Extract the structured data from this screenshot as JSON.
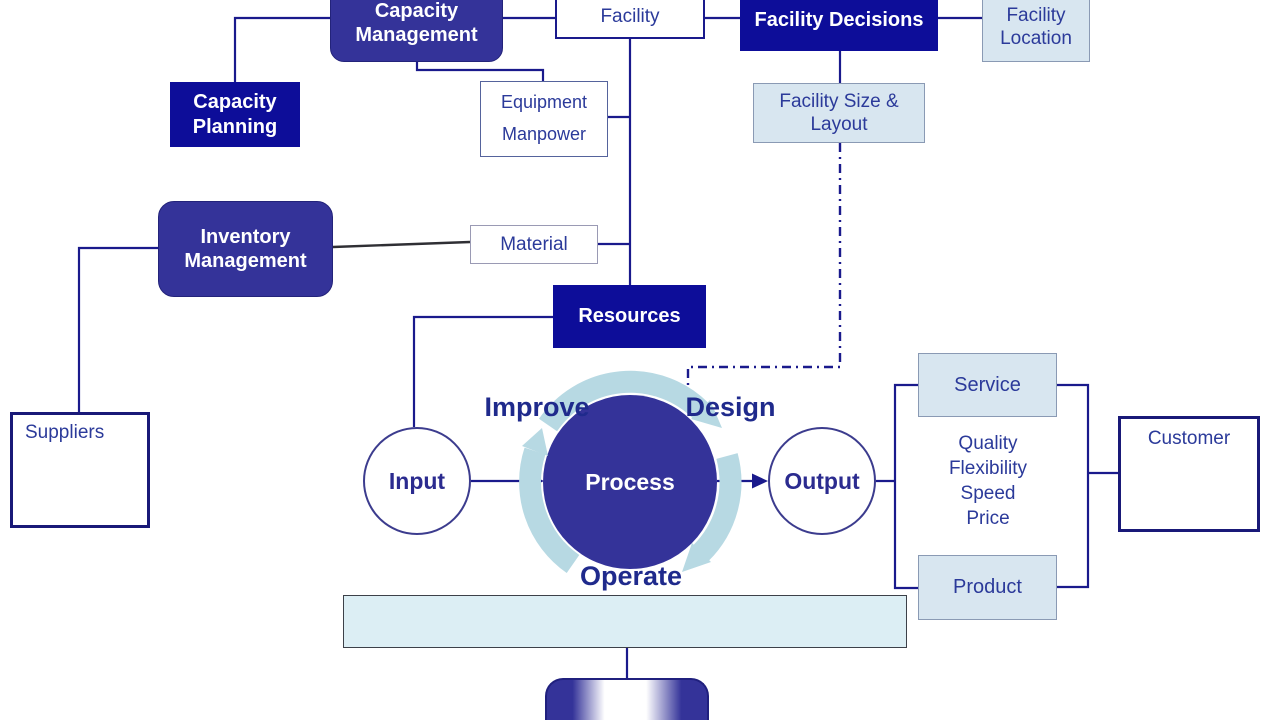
{
  "title": "Operations management decisions diagram",
  "colors": {
    "dark_navy_box": "#0d0d99",
    "indigo_box": "#343399",
    "light_blue_box": "#d8e6f0",
    "connector_line": "#1a1a8c",
    "cycle_arrow": "#b7d9e3",
    "text_navy": "#2b3a9a"
  },
  "nodes": {
    "capacity_management": "Capacity\nManagement",
    "facility": "Facility",
    "facility_decisions": "Facility Decisions",
    "facility_location": "Facility\nLocation",
    "capacity_planning": "Capacity\nPlanning",
    "equipment": "Equipment",
    "manpower": "Manpower",
    "facility_size_layout": "Facility Size &\nLayout",
    "inventory_management": "Inventory\nManagement",
    "material": "Material",
    "resources": "Resources",
    "suppliers": "Suppliers",
    "input": "Input",
    "process": "Process",
    "output": "Output",
    "improve": "Improve",
    "design": "Design",
    "operate": "Operate",
    "service": "Service",
    "product": "Product",
    "customer": "Customer",
    "attributes": [
      "Quality",
      "Flexibility",
      "Speed",
      "Price"
    ]
  }
}
